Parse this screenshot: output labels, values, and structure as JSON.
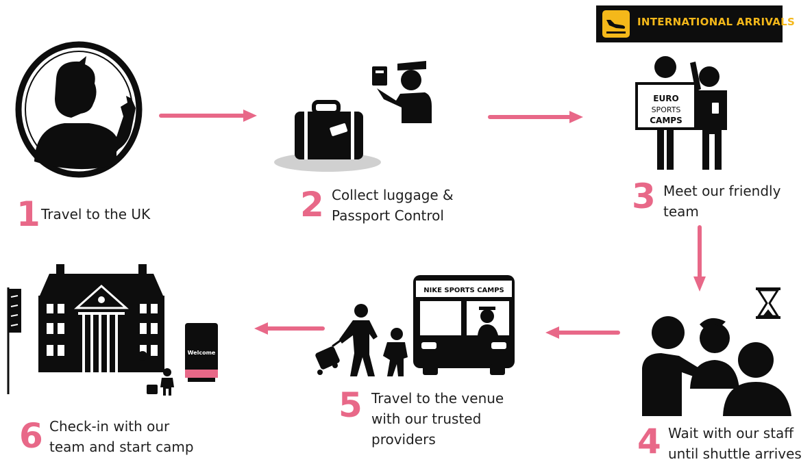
{
  "sign": {
    "text": "INTERNATIONAL ARRIVALS",
    "icon": "airplane-landing-icon"
  },
  "steps": [
    {
      "number": "1",
      "lines": [
        "Travel to the UK"
      ],
      "icon": "traveller-in-window-icon"
    },
    {
      "number": "2",
      "lines": [
        "Collect luggage &",
        "Passport Control"
      ],
      "icon": "luggage-and-passport-officer-icon"
    },
    {
      "number": "3",
      "lines": [
        "Meet our friendly",
        "team"
      ],
      "icon": "staff-with-sign-icon"
    },
    {
      "number": "4",
      "lines": [
        "Wait with our staff",
        "until shuttle arrives"
      ],
      "icon": "waiting-group-icon"
    },
    {
      "number": "5",
      "lines": [
        "Travel to the venue",
        "with our trusted",
        "providers"
      ],
      "icon": "shuttle-bus-icon"
    },
    {
      "number": "6",
      "lines": [
        "Check-in with our",
        "team and start camp"
      ],
      "icon": "venue-checkin-icon"
    }
  ],
  "sign_board": {
    "line1": "EURO",
    "line2": "SPORTS",
    "line3": "CAMPS"
  },
  "bus_banner": "NIKE SPORTS CAMPS",
  "welcome_stand": "Welcome",
  "colors": {
    "accent": "#e86888",
    "ink": "#0d0d0d",
    "sign_text": "#f4b81a"
  }
}
